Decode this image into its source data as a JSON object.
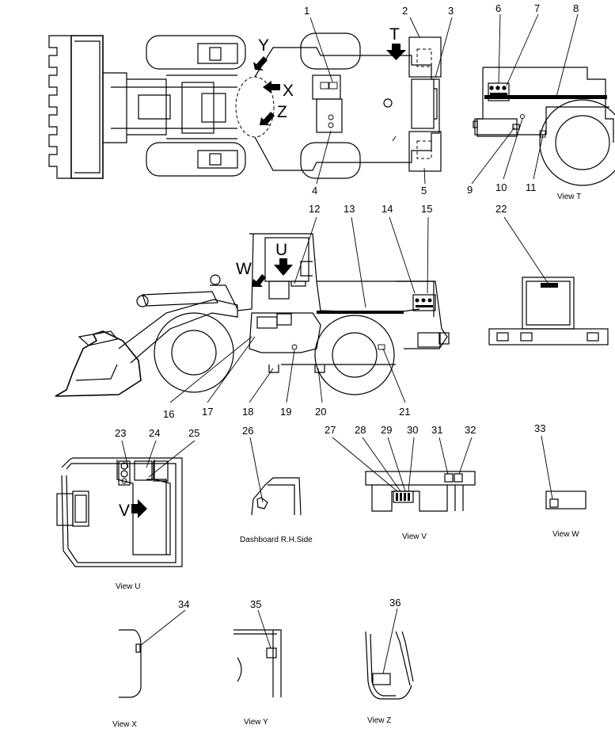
{
  "diagram": {
    "views": {
      "view_t": "View T",
      "view_u": "View U",
      "view_v": "View V",
      "view_w": "View W",
      "view_x": "View X",
      "view_y": "View Y",
      "view_z": "View Z",
      "dashboard": "Dashboard R.H.Side"
    },
    "view_arrows": {
      "t": "T",
      "u": "U",
      "v": "V",
      "w": "W",
      "x": "X",
      "y": "Y",
      "z": "Z"
    },
    "callouts": {
      "n1": "1",
      "n2": "2",
      "n3": "3",
      "n4": "4",
      "n5": "5",
      "n6": "6",
      "n7": "7",
      "n8": "8",
      "n9": "9",
      "n10": "10",
      "n11": "11",
      "n12": "12",
      "n13": "13",
      "n14": "14",
      "n15": "15",
      "n16": "16",
      "n17": "17",
      "n18": "18",
      "n19": "19",
      "n20": "20",
      "n21": "21",
      "n22": "22",
      "n23": "23",
      "n24": "24",
      "n25": "25",
      "n26": "26",
      "n27": "27",
      "n28": "28",
      "n29": "29",
      "n30": "30",
      "n31": "31",
      "n32": "32",
      "n33": "33",
      "n34": "34",
      "n35": "35",
      "n36": "36"
    }
  }
}
